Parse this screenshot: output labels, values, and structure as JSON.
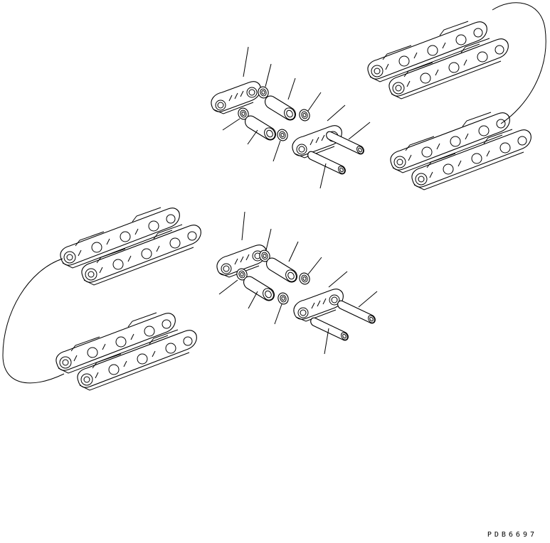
{
  "diagram": {
    "type": "exploded-parts-diagram",
    "subject": "track link chain assemblies",
    "drawing_code": "PDB6697",
    "groups": [
      {
        "id": "upper-exploded",
        "parts": [
          "link",
          "seal",
          "bushing",
          "seal",
          "link",
          "pin",
          "seal",
          "bushing",
          "seal",
          "pin"
        ],
        "leader_lines": 10
      },
      {
        "id": "lower-exploded",
        "parts": [
          "link",
          "seal",
          "bushing",
          "seal",
          "link",
          "pin",
          "seal",
          "bushing",
          "seal",
          "pin"
        ],
        "leader_lines": 10
      },
      {
        "id": "upper-right-chain",
        "sections": 2,
        "joined_by": "curved-line"
      },
      {
        "id": "lower-left-chain",
        "sections": 2,
        "joined_by": "curved-line"
      }
    ],
    "colors": {
      "line": "#000000",
      "background": "#ffffff"
    }
  }
}
